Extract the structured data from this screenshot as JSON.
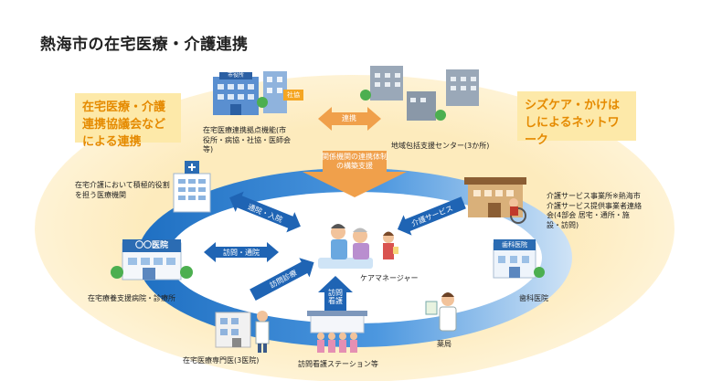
{
  "title": "熱海市の在宅医療・介護連携",
  "callouts": {
    "left": "在宅医療・介護連携協議会などによる連携",
    "right": "シズケア・かけはしによるネットワーク"
  },
  "labels": {
    "city_hub": "在宅医療連携拠点機能(市役所・病協・社協・医師会等)",
    "community_center": "地域包括支援センター(3か所)",
    "acute_hospital": "在宅介護において積極的役割を担う医療機関",
    "care_service": "介護サービス事業所※熱海市介護サービス提供事業者連絡会(4部会 居宅・通所・施設・訪問)",
    "home_clinic": "在宅療養支援病院・診療所",
    "dental": "歯科医院",
    "home_doctor": "在宅医療専門医(3医院)",
    "visit_nursing": "訪問看護ステーション等",
    "pharmacy": "薬局",
    "care_manager": "ケアマネージャー"
  },
  "arrows": {
    "renkei": "連携",
    "kankei": "関係機関の連携体制の構築支援",
    "tsuin": "通院・入院",
    "kaigo": "介護サービス",
    "homon_tsuin": "訪問・通院",
    "homon_shinryo": "訪問診療",
    "homon_kango": "訪問看護"
  },
  "signs": {
    "city_hall": "市役所",
    "shakyo": "社協",
    "clinic": "〇〇医院",
    "dental": "歯科医院"
  },
  "colors": {
    "accent_orange": "#e58a00",
    "ellipse_outer": "#fde9b8",
    "ring_blue": "#2a80cf",
    "arrow_blue": "#1f64b4",
    "arrow_orange": "#f0a04b"
  }
}
